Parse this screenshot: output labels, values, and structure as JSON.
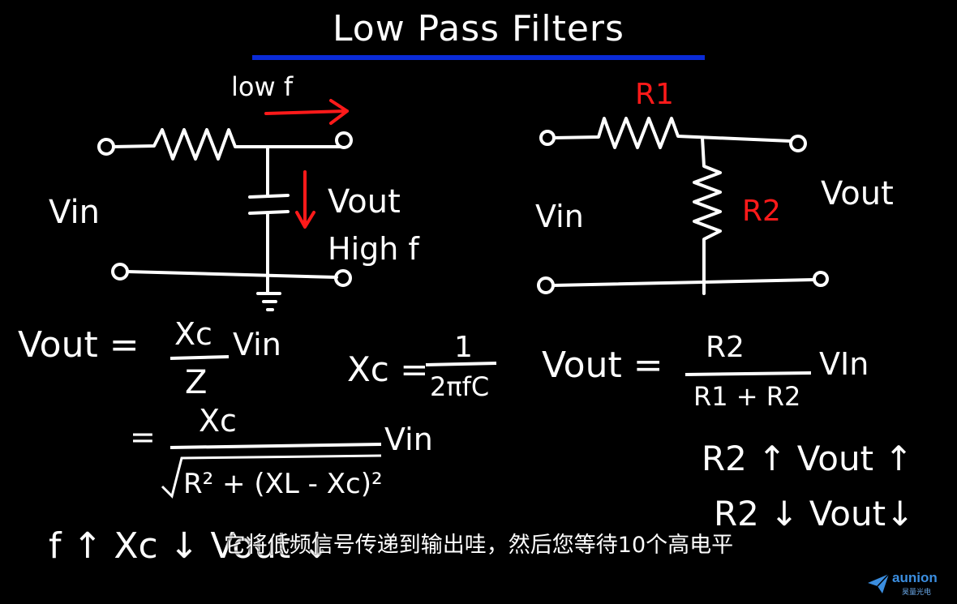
{
  "title": "Low Pass Filters",
  "colors": {
    "background": "#000000",
    "chalk": "#ffffff",
    "accent_red": "#ff1a1a",
    "title_bar": "#0a2bd8",
    "logo": "#3b8ee0"
  },
  "rc_circuit": {
    "arrow_top_label": "low f",
    "vin_label": "Vin",
    "vout_label": "Vout",
    "high_f_label": "High f"
  },
  "rr_circuit": {
    "r1_label": "R1",
    "r2_label": "R2",
    "vin_label": "Vin",
    "vout_label": "Vout"
  },
  "equations": {
    "vout_lhs": "Vout =",
    "xc_over_z_num": "Xc",
    "xc_over_z_den": "Z",
    "vin_1": "Vin",
    "equals_2": "=",
    "xc_num_2": "Xc",
    "sqrt_den": "R² + (XL - Xc)²",
    "vin_2": "Vin",
    "xc_def_lhs": "Xc =",
    "xc_def_num": "1",
    "xc_def_den": "2πfC",
    "divider_lhs": "Vout =",
    "divider_num": "R2",
    "divider_den": "R1 + R2",
    "divider_vin": "VIn",
    "freq_relation": "f ↑ Xc ↓ Vout ↓",
    "r2_up": "R2 ↑ Vout ↑",
    "r2_down": "R2 ↓ Vout↓"
  },
  "subtitle": "它将低频信号传递到输出哇，然后您等待10个高电平",
  "logo": {
    "name": "aunion",
    "sub": "昊量光电"
  }
}
